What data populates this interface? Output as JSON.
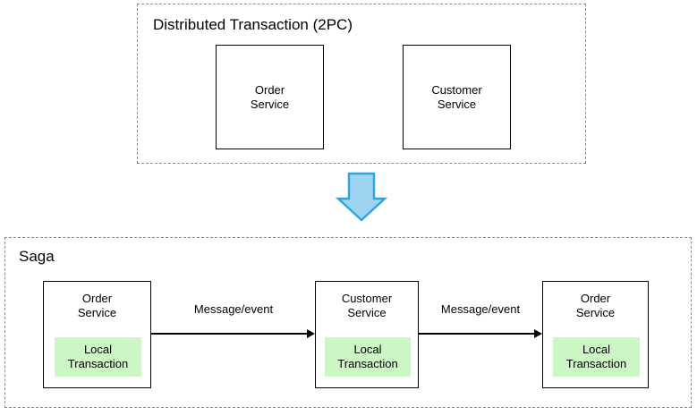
{
  "diagram": {
    "title_hidden": "",
    "groups": [
      {
        "id": "distributed-transaction",
        "label": "Distributed Transaction (2PC)",
        "boxes": [
          {
            "id": "order-service-top",
            "name": "Order\nService"
          },
          {
            "id": "customer-service-top",
            "name": "Customer\nService"
          }
        ]
      },
      {
        "id": "saga",
        "label": "Saga",
        "boxes": [
          {
            "id": "order-service-1",
            "name": "Order\nService",
            "local": "Local\nTransaction"
          },
          {
            "id": "customer-service-1",
            "name": "Customer\nService",
            "local": "Local\nTransaction"
          },
          {
            "id": "order-service-2",
            "name": "Order\nService",
            "local": "Local\nTransaction"
          }
        ],
        "edges": [
          {
            "id": "edge-1",
            "label": "Message/event"
          },
          {
            "id": "edge-2",
            "label": "Message/event"
          }
        ]
      }
    ],
    "transition_arrow": {
      "id": "down-arrow",
      "direction": "down",
      "fill": "#9ed4f0",
      "stroke": "#2ba6e0"
    },
    "colors": {
      "box_border": "#000000",
      "group_border": "#8c8c8c",
      "local_transaction_fill": "#ccf7c4",
      "background": "#ffffff",
      "text": "#000000"
    }
  }
}
